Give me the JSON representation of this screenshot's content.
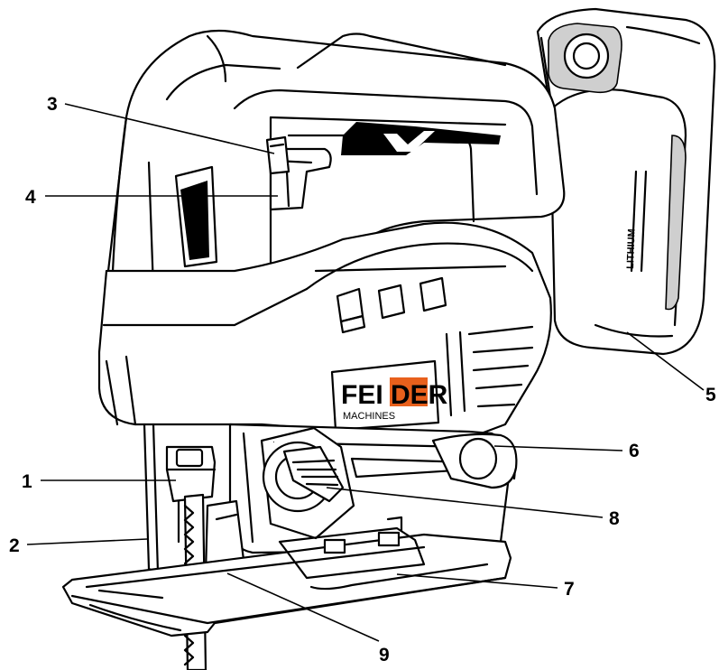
{
  "brand": {
    "name_part1": "FEI",
    "name_part2": "DER",
    "sub": "MACHINES",
    "accent_color": "#e8601c"
  },
  "battery_label": "LITHIUM",
  "callouts": [
    {
      "id": "1",
      "label": "1"
    },
    {
      "id": "2",
      "label": "2"
    },
    {
      "id": "3",
      "label": "3"
    },
    {
      "id": "4",
      "label": "4"
    },
    {
      "id": "5",
      "label": "5"
    },
    {
      "id": "6",
      "label": "6"
    },
    {
      "id": "7",
      "label": "7"
    },
    {
      "id": "8",
      "label": "8"
    },
    {
      "id": "9",
      "label": "9"
    }
  ]
}
